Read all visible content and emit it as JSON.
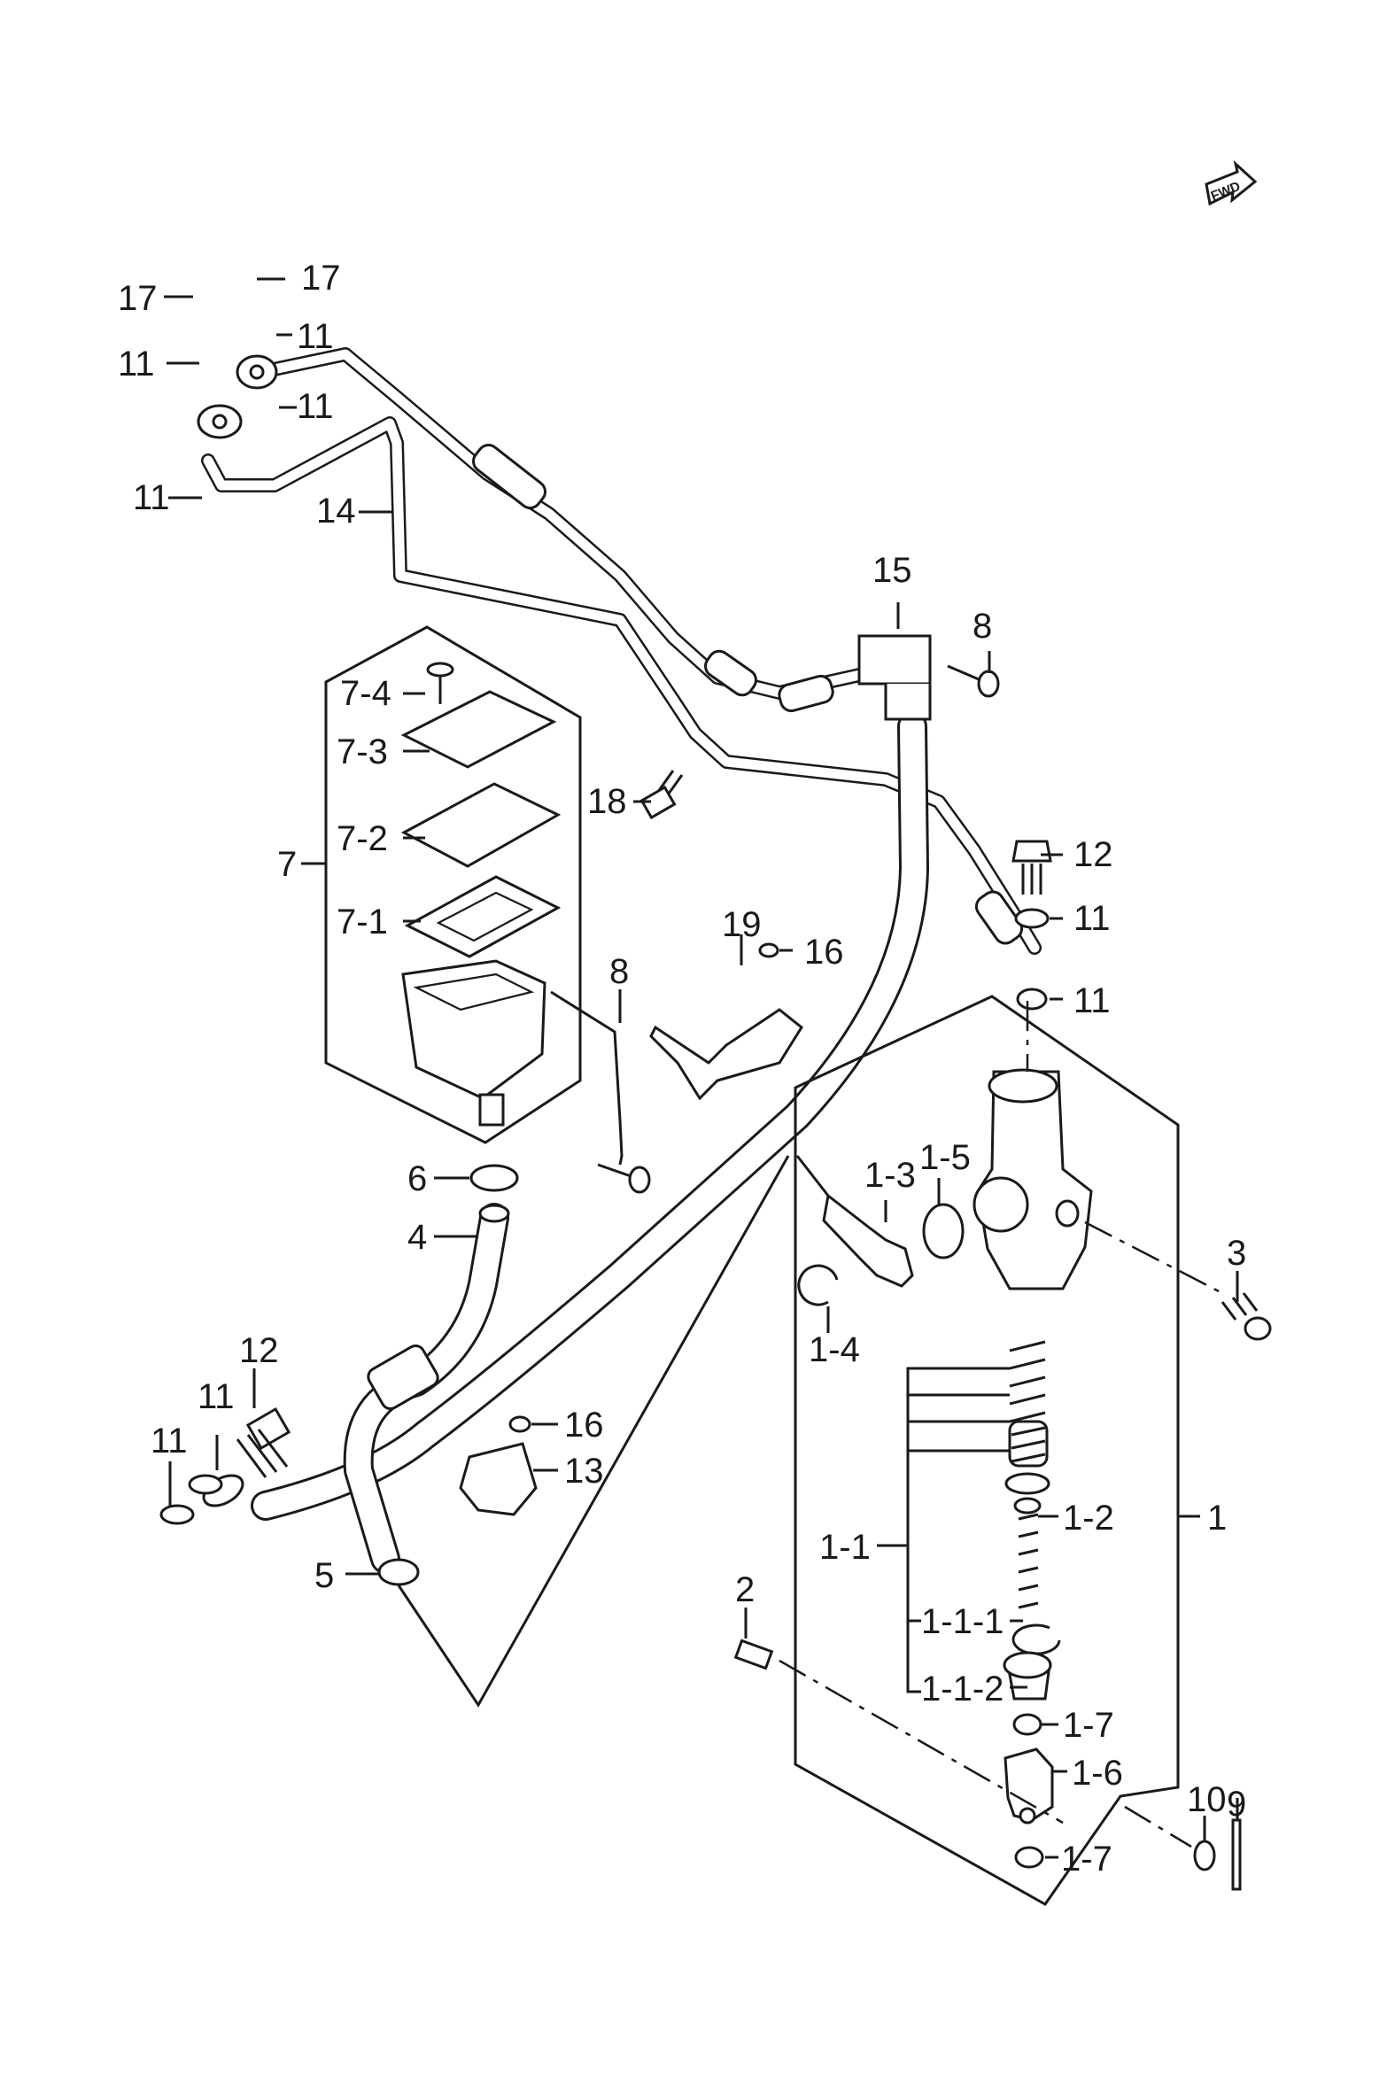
{
  "fwd_arrow": {
    "label": "FWD"
  },
  "callouts": [
    "17",
    "17",
    "11",
    "11",
    "11",
    "11",
    "14",
    "15",
    "8",
    "7-4",
    "7-3",
    "18",
    "7-2",
    "7",
    "7-1",
    "12",
    "11",
    "19",
    "16",
    "11",
    "8",
    "6",
    "1-3",
    "1-5",
    "4",
    "3",
    "1-4",
    "12",
    "11",
    "11",
    "16",
    "13",
    "1-2",
    "1",
    "1-1",
    "5",
    "2",
    "1-1-1",
    "1-1-2",
    "1-7",
    "1-6",
    "10",
    "9",
    "1-7"
  ]
}
